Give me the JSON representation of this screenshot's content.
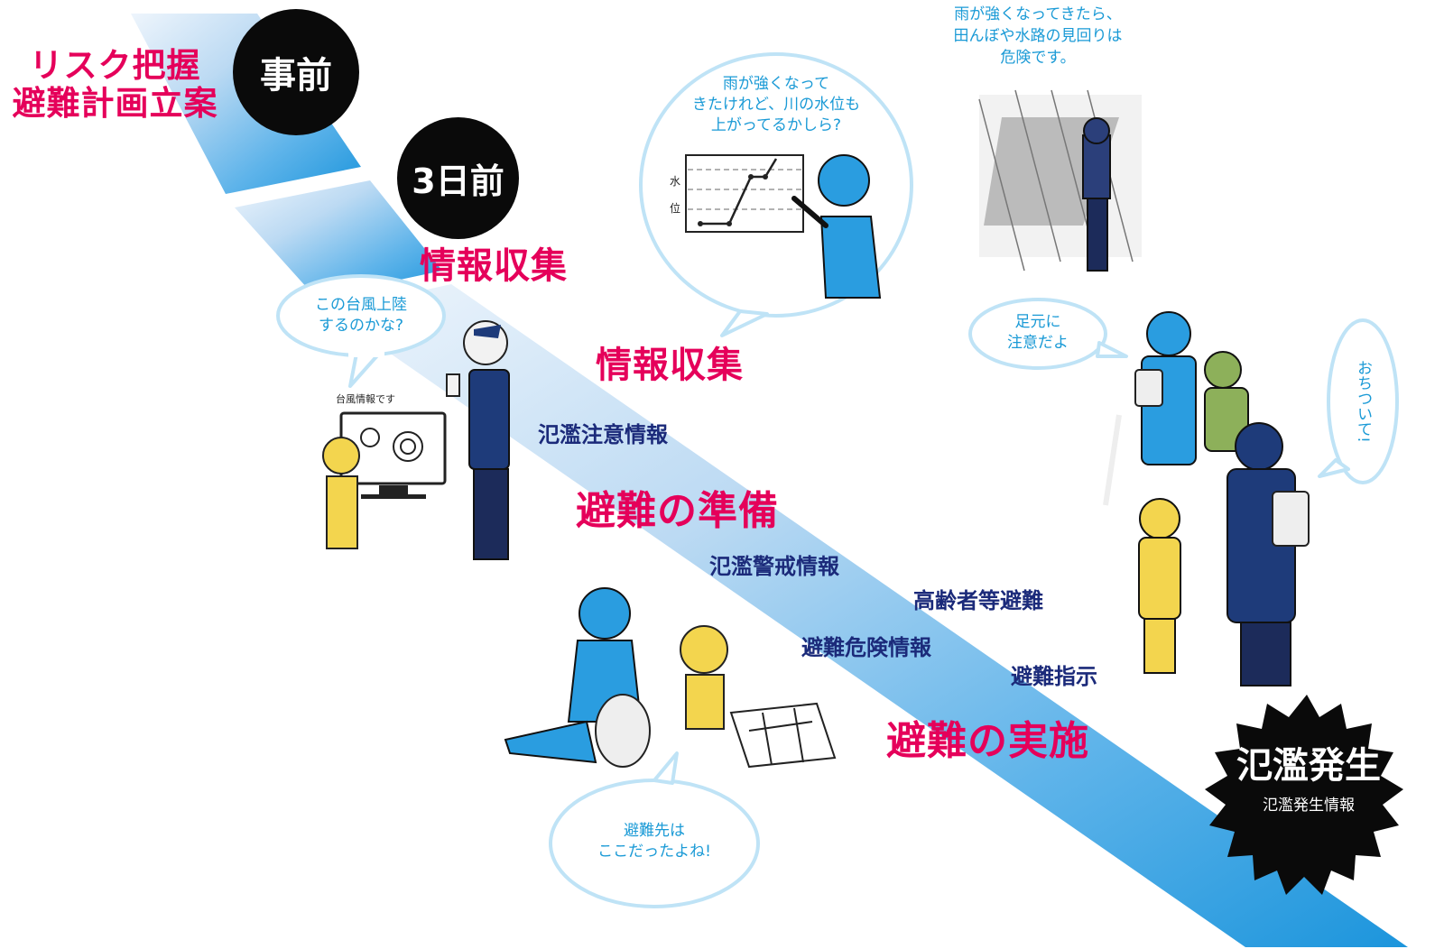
{
  "timing": {
    "before": "事前",
    "three_days": "3日前"
  },
  "stages": {
    "risk_line1": "リスク把握",
    "risk_line2": "避難計画立案",
    "info1": "情報収集",
    "info2": "情報収集",
    "prepare": "避難の準備",
    "execute": "避難の実施",
    "overflow": "氾濫発生",
    "overflow_sub": "氾濫発生情報"
  },
  "alerts": {
    "caution": "氾濫注意情報",
    "warning": "氾濫警戒情報",
    "elderly": "高齢者等避難",
    "danger": "避難危険情報",
    "instruction": "避難指示"
  },
  "bubbles": {
    "typhoon": [
      "この台風上陸",
      "するのかな?"
    ],
    "typhoon_tv": "台風情報です",
    "river": [
      "雨が強くなって",
      "きたけれど、川の水位も",
      "上がってるかしら?"
    ],
    "chart_axis": [
      "水",
      "位"
    ],
    "field_warning": [
      "雨が強くなってきたら、",
      "田んぼや水路の見回りは",
      "危険です。"
    ],
    "feet": [
      "足元に",
      "注意だよ"
    ],
    "calm": "おちついて!",
    "shelter": [
      "避難先は",
      "ここだったよね!"
    ]
  },
  "colors": {
    "pink": "#e5005a",
    "navy": "#1b2a7a",
    "bubble_blue": "#1a9ad6",
    "band_light": "#e6f1fb",
    "band_dark": "#2a9de0"
  }
}
